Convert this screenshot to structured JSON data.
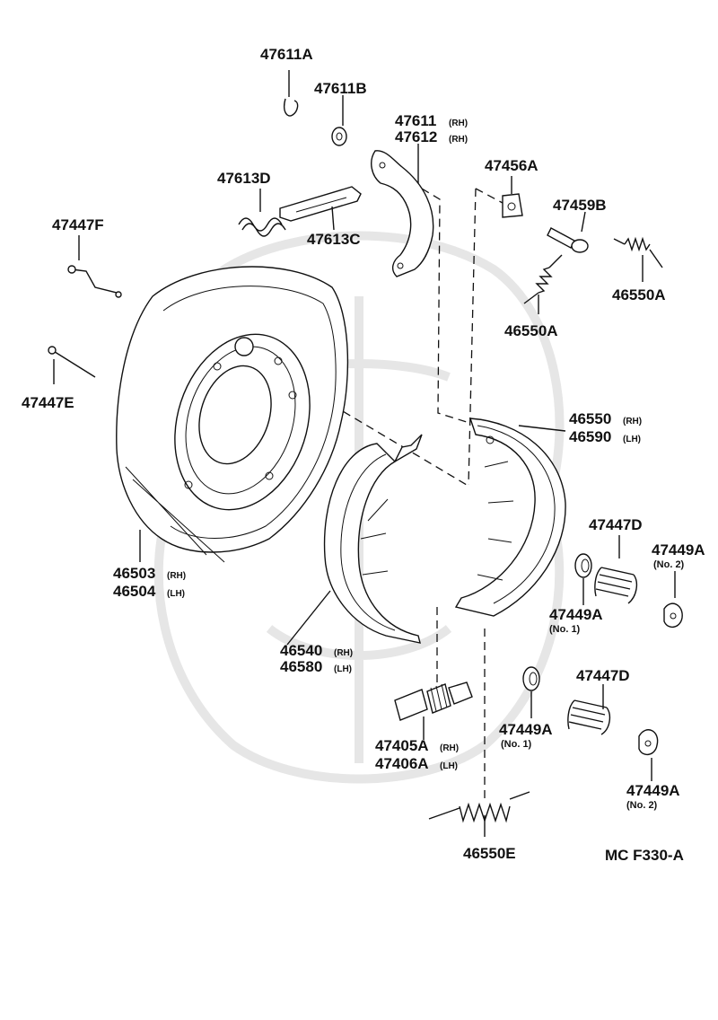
{
  "labels": {
    "p47611A": "47611A",
    "p47611B": "47611B",
    "p47611": "47611",
    "p47611_side": "(RH)",
    "p47612": "47612",
    "p47612_side": "(RH)",
    "p47613D": "47613D",
    "p47613C": "47613C",
    "p47456A": "47456A",
    "p47459B": "47459B",
    "p47447F": "47447F",
    "p46550A_right": "46550A",
    "p46550A_left": "46550A",
    "p47447E": "47447E",
    "p46550": "46550",
    "p46550_side": "(RH)",
    "p46590": "46590",
    "p46590_side": "(LH)",
    "p47447D_top": "47447D",
    "p47449A_no2_top": "47449A",
    "p47449A_no2_top_note": "(No. 2)",
    "p46503": "46503",
    "p46503_side": "(RH)",
    "p46504": "46504",
    "p46504_side": "(LH)",
    "p47449A_no1_top": "47449A",
    "p47449A_no1_top_note": "(No. 1)",
    "p46540": "46540",
    "p46540_side": "(RH)",
    "p46580": "46580",
    "p46580_side": "(LH)",
    "p47447D_bottom": "47447D",
    "p47449A_no1_bottom": "47449A",
    "p47449A_no1_bottom_note": "(No. 1)",
    "p47405A": "47405A",
    "p47405A_side": "(RH)",
    "p47406A": "47406A",
    "p47406A_side": "(LH)",
    "p47449A_no2_bottom": "47449A",
    "p47449A_no2_bottom_note": "(No. 2)",
    "p46550E": "46550E",
    "figure_code": "MC F330-A"
  }
}
